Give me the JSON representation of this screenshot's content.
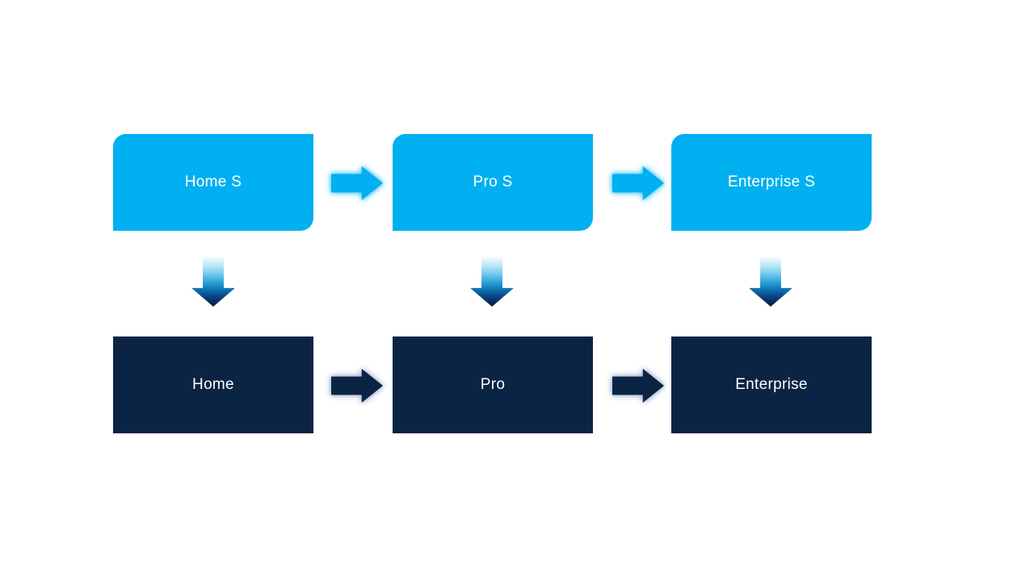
{
  "palette": {
    "canvas_bg": "#ffffff",
    "light_blue": "#00b0f0",
    "navy": "#0b2444",
    "label_text": "#ffffff",
    "down_arrow_gradient_top": "#f3fbfe",
    "down_arrow_gradient_bottom": "#041f44"
  },
  "diagram": {
    "columns": [
      {
        "top_label": "Home S",
        "bottom_label": "Home"
      },
      {
        "top_label": "Pro S",
        "bottom_label": "Pro"
      },
      {
        "top_label": "Enterprise S",
        "bottom_label": "Enterprise"
      }
    ]
  }
}
